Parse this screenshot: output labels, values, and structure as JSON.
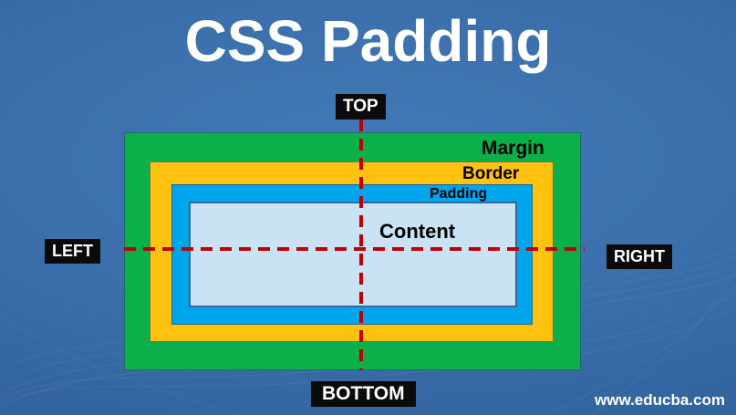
{
  "page": {
    "title": "CSS Padding",
    "watermark": "www.educba.com"
  },
  "diagram": {
    "side_labels": {
      "top": "TOP",
      "bottom": "BOTTOM",
      "left": "LEFT",
      "right": "RIGHT"
    },
    "layers": {
      "margin": {
        "label": "Margin",
        "color": "#0cb04a"
      },
      "border": {
        "label": "Border",
        "color": "#ffc20e"
      },
      "padding": {
        "label": "Padding",
        "color": "#00a5eb"
      },
      "content": {
        "label": "Content",
        "color": "#c9e2f4"
      }
    },
    "colors": {
      "guide_line": "#c00000",
      "side_label_background": "#0b0b0b",
      "side_label_text": "#ffffff",
      "layer_label_text": "#000000",
      "title_text": "#ffffff",
      "background_center": "#4179b7",
      "background_edge": "#2b5c94"
    }
  }
}
